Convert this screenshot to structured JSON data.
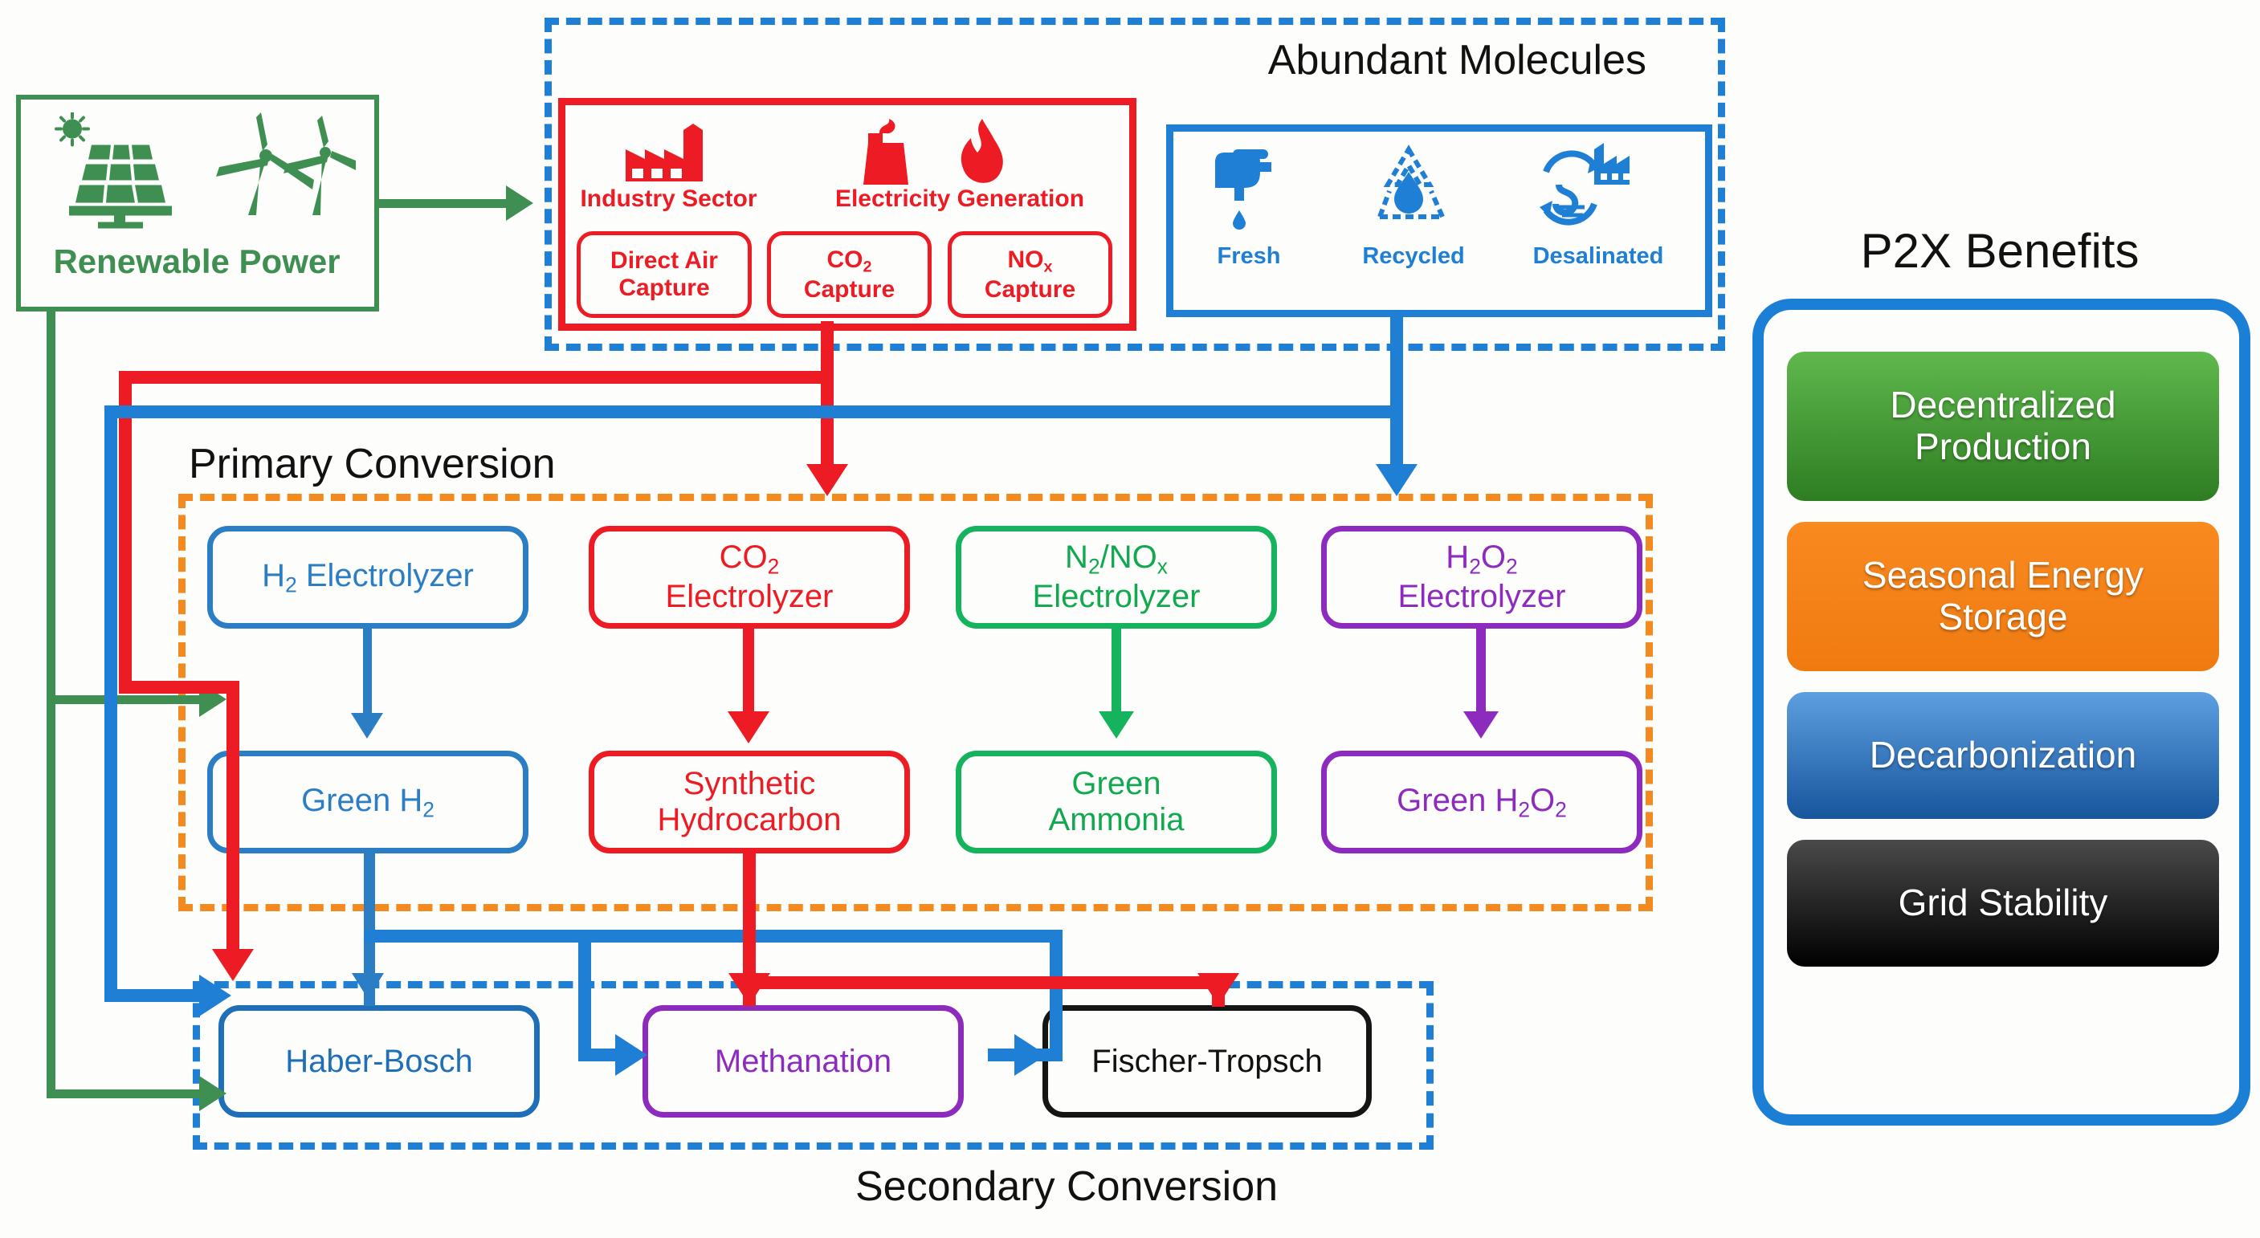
{
  "regions": {
    "abundant_molecules": "Abundant Molecules",
    "primary_conversion": "Primary Conversion",
    "secondary_conversion": "Secondary Conversion",
    "p2x_benefits": "P2X Benefits"
  },
  "renewable": {
    "label": "Renewable Power",
    "icons": [
      "solar-panel-icon",
      "wind-turbine-icon"
    ],
    "color": "#3F8F53"
  },
  "carbon_box": {
    "color": "#ED1C24",
    "sources": [
      {
        "caption": "Industry Sector",
        "icon": "factory-icon"
      },
      {
        "caption": "Electricity Generation",
        "icon": "power-plant-icon"
      }
    ],
    "captures": [
      {
        "line1": "Direct Air",
        "line2": "Capture"
      },
      {
        "line1": "CO",
        "sub1": "2",
        "line2": "Capture"
      },
      {
        "line1": "NO",
        "sub1": "x",
        "line2": "Capture"
      }
    ]
  },
  "water_box": {
    "color": "#1F7FD4",
    "sources": [
      {
        "caption": "Fresh",
        "icon": "faucet-icon"
      },
      {
        "caption": "Recycled",
        "icon": "recycle-water-icon"
      },
      {
        "caption": "Desalinated",
        "icon": "desalination-plant-icon"
      }
    ]
  },
  "primary": {
    "electrolyzers": [
      {
        "name": "h2-electrolyzer",
        "line1": "H",
        "sub1": "2",
        "rest1": " Electrolyzer",
        "color": "#2B7DC4"
      },
      {
        "name": "co2-electrolyzer",
        "line1": "CO",
        "sub1": "2",
        "line2": "Electrolyzer",
        "color": "#ED1C24"
      },
      {
        "name": "n2-nox-electrolyzer",
        "line1": "N",
        "sub1": "2",
        "mid": "/NO",
        "sub2": "x",
        "line2": "Electrolyzer",
        "color": "#16B35E"
      },
      {
        "name": "h2o2-electrolyzer",
        "line1": "H",
        "sub1": "2",
        "mid": "O",
        "sub2": "2",
        "line2": "Electrolyzer",
        "color": "#8E2BBF"
      }
    ],
    "products": [
      {
        "name": "green-h2",
        "line1": "Green H",
        "sub1": "2",
        "color": "#2B7DC4"
      },
      {
        "name": "synthetic-hydrocarbon",
        "line1": "Synthetic",
        "line2": "Hydrocarbon",
        "color": "#ED1C24"
      },
      {
        "name": "green-ammonia",
        "line1": "Green",
        "line2": "Ammonia",
        "color": "#16B35E"
      },
      {
        "name": "green-h2o2",
        "line1": "Green H",
        "sub1": "2",
        "mid": "O",
        "sub2": "2",
        "color": "#8E2BBF"
      }
    ]
  },
  "secondary": {
    "processes": [
      {
        "name": "haber-bosch",
        "label": "Haber-Bosch",
        "color": "#1F6FB8"
      },
      {
        "name": "methanation",
        "label": "Methanation",
        "color": "#8E2BBF"
      },
      {
        "name": "fischer-tropsch",
        "label": "Fischer-Tropsch",
        "color": "#111111"
      }
    ]
  },
  "benefits": [
    {
      "name": "decentralized-production",
      "line1": "Decentralized",
      "line2": "Production",
      "color": "#3E8E2E"
    },
    {
      "name": "seasonal-energy-storage",
      "line1": "Seasonal Energy",
      "line2": "Storage",
      "color": "#F28A20"
    },
    {
      "name": "decarbonization",
      "line1": "Decarbonization",
      "line2": "",
      "color": "#2B74BE"
    },
    {
      "name": "grid-stability",
      "line1": "Grid Stability",
      "line2": "",
      "color": "#000000"
    }
  ]
}
